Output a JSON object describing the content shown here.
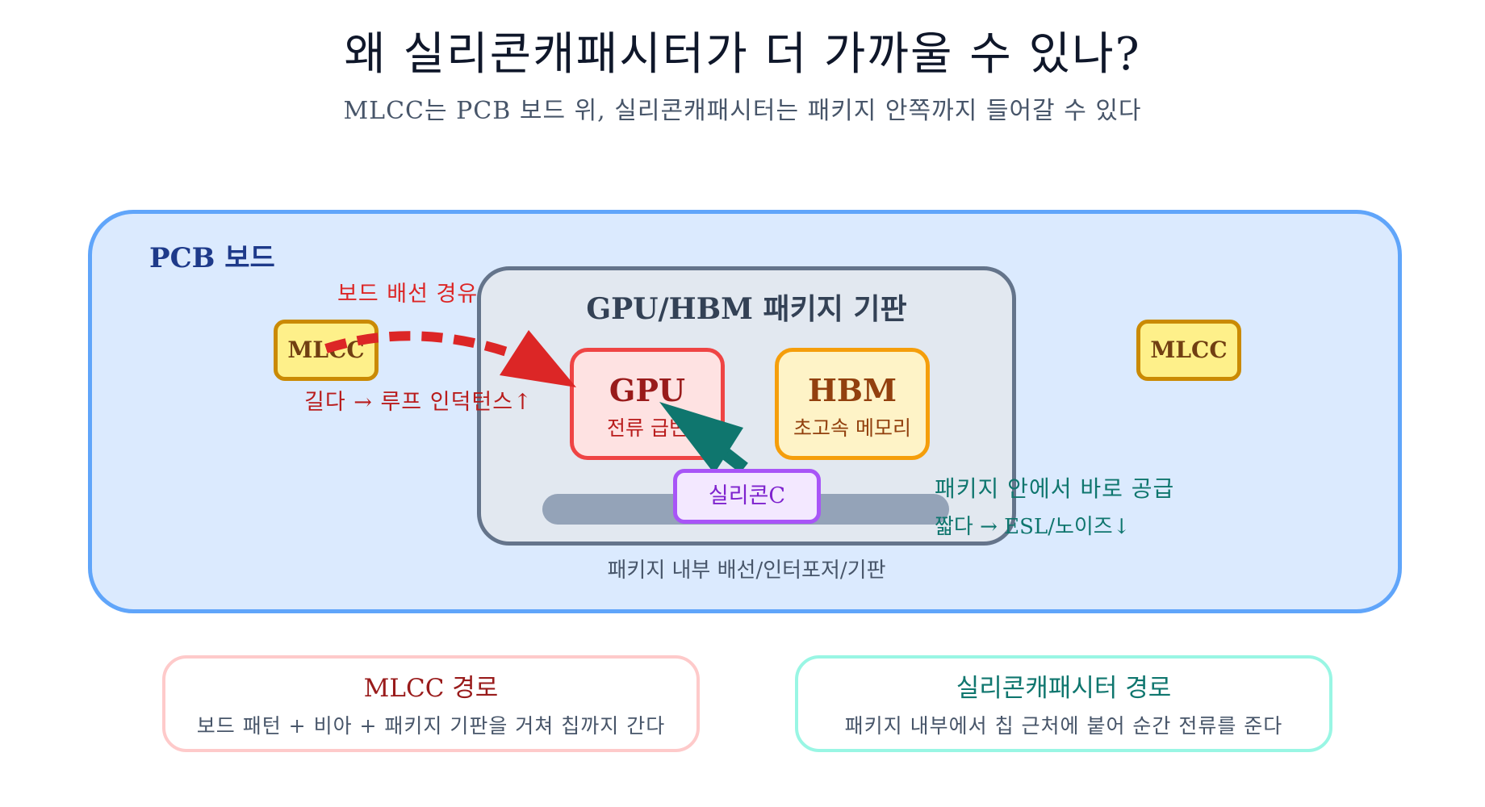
{
  "title": "왜 실리콘캐패시터가 더 가까울 수 있나?",
  "subtitle": "MLCC는 PCB 보드 위, 실리콘캐패시터는 패키지 안쪽까지 들어갈 수 있다",
  "pcb": {
    "label": "PCB 보드"
  },
  "package": {
    "title": "GPU/HBM 패키지 기판",
    "interposer_label": "패키지 내부 배선/인터포저/기판"
  },
  "gpu": {
    "name": "GPU",
    "desc": "전류 급변"
  },
  "hbm": {
    "name": "HBM",
    "desc": "초고속 메모리"
  },
  "silicon_cap": {
    "label": "실리콘C"
  },
  "mlcc_left": {
    "label": "MLCC"
  },
  "mlcc_right": {
    "label": "MLCC"
  },
  "annotations": {
    "board_path": "보드 배선 경유",
    "mlcc_effect": "길다 → 루프 인덕턴스↑",
    "direct_supply": "패키지 안에서 바로 공급",
    "si_effect": "짧다 → ESL/노이즈↓"
  },
  "cards": [
    {
      "title": "MLCC 경로",
      "desc": "보드 패턴 + 비아 + 패키지 기판을 거쳐 칩까지 간다"
    },
    {
      "title": "실리콘캐패시터 경로",
      "desc": "패키지 내부에서 칩 근처에 붙어 순간 전류를 준다"
    }
  ],
  "colors": {
    "board_fill": "#dbeafe",
    "board_border": "#60a5fa",
    "package_fill": "#e2e8f0",
    "package_border": "#64748b",
    "gpu_border": "#ef4444",
    "hbm_border": "#f59e0b",
    "silicon_cap_border": "#a855f7",
    "mlcc_border": "#ca8a04",
    "mlcc_path_arrow": "#dc2626",
    "silicon_path_arrow": "#0f766e"
  }
}
